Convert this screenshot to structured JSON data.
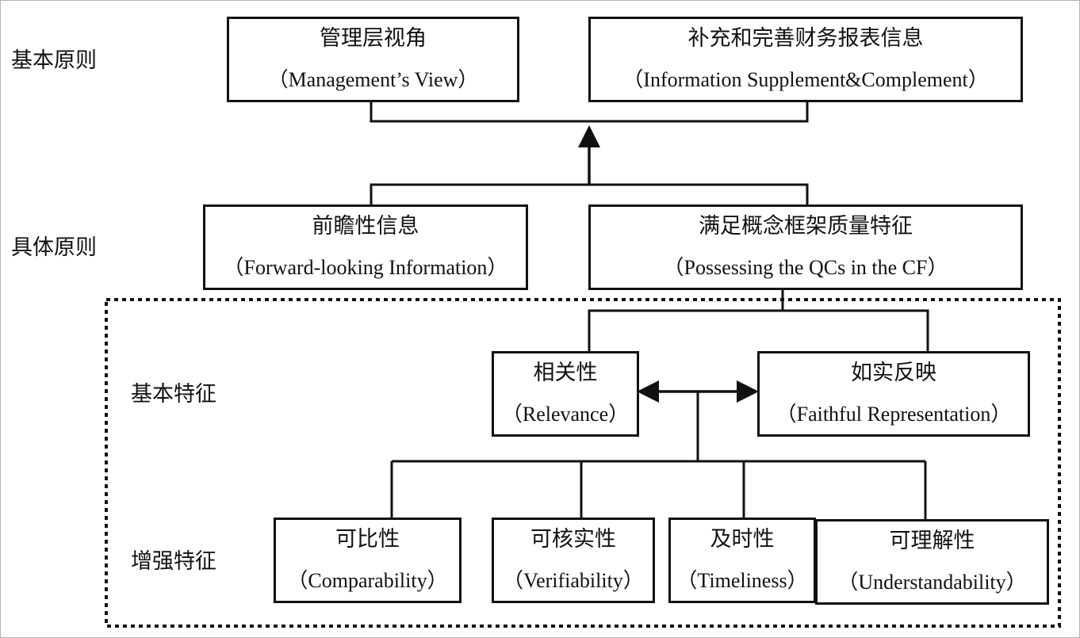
{
  "row_labels": {
    "basic_principles": "基本原则",
    "specific_principles": "具体原则",
    "fundamental_characteristics": "基本特征",
    "enhancing_characteristics": "增强特征"
  },
  "boxes": {
    "management_view": {
      "zh": "管理层视角",
      "en": "（Management’s View）"
    },
    "info_supplement": {
      "zh": "补充和完善财务报表信息",
      "en": "（Information Supplement&Complement）"
    },
    "forward_looking": {
      "zh": "前瞻性信息",
      "en": "（Forward-looking Information）"
    },
    "qcs_in_cf": {
      "zh": "满足概念框架质量特征",
      "en": "（Possessing the QCs in the CF）"
    },
    "relevance": {
      "zh": "相关性",
      "en": "（Relevance）"
    },
    "faithful_representation": {
      "zh": "如实反映",
      "en": "（Faithful Representation）"
    },
    "comparability": {
      "zh": "可比性",
      "en": "（Comparability）"
    },
    "verifiability": {
      "zh": "可核实性",
      "en": "（Verifiability）"
    },
    "timeliness": {
      "zh": "及时性",
      "en": "（Timeliness）"
    },
    "understandability": {
      "zh": "可理解性",
      "en": "（Understandability）"
    }
  }
}
